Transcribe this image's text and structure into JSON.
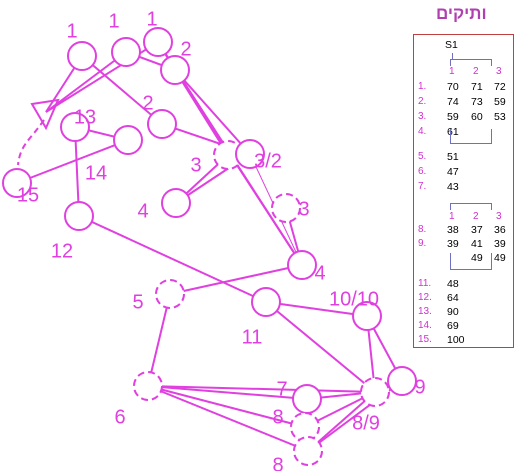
{
  "title": "ותיקים",
  "accent": "#e040e0",
  "panel": {
    "header": "S1",
    "col_labels_top": [
      "1",
      "2",
      "3"
    ],
    "rows_top": [
      {
        "idx": "1.",
        "vals": [
          "70",
          "71",
          "72"
        ]
      },
      {
        "idx": "2.",
        "vals": [
          "74",
          "73",
          "59"
        ]
      },
      {
        "idx": "3.",
        "vals": [
          "59",
          "60",
          "53"
        ]
      },
      {
        "idx": "4.",
        "vals": [
          "61"
        ]
      }
    ],
    "rows_mid": [
      {
        "idx": "5.",
        "val": "51"
      },
      {
        "idx": "6.",
        "val": "47"
      },
      {
        "idx": "7.",
        "val": "43"
      }
    ],
    "col_labels_bottom": [
      "1",
      "2",
      "3"
    ],
    "rows_bottom": [
      {
        "idx": "8.",
        "vals": [
          "38",
          "37",
          "36"
        ]
      },
      {
        "idx": "9.",
        "vals": [
          "39",
          "41",
          "39"
        ]
      },
      {
        "idx": "",
        "vals": [
          "",
          "49",
          "49"
        ]
      }
    ],
    "rows_end": [
      {
        "idx": "11.",
        "val": "48"
      },
      {
        "idx": "12.",
        "val": "64"
      },
      {
        "idx": "13.",
        "val": "90"
      },
      {
        "idx": "14.",
        "val": "69"
      },
      {
        "idx": "15.",
        "val": "100"
      }
    ]
  },
  "diagram": {
    "nodes": [
      {
        "id": "n1a",
        "label": "1",
        "dashed": false
      },
      {
        "id": "n1b",
        "label": "1",
        "dashed": false
      },
      {
        "id": "n1c",
        "label": "1",
        "dashed": false
      },
      {
        "id": "n2a",
        "label": "2",
        "dashed": false
      },
      {
        "id": "n2b",
        "label": "2",
        "dashed": false
      },
      {
        "id": "n3a",
        "label": "3",
        "dashed": true
      },
      {
        "id": "n32",
        "label": "3/2",
        "dashed": false
      },
      {
        "id": "n3b",
        "label": "3",
        "dashed": true
      },
      {
        "id": "n4a",
        "label": "4",
        "dashed": false
      },
      {
        "id": "n4b",
        "label": "4",
        "dashed": false
      },
      {
        "id": "n5",
        "label": "5",
        "dashed": true
      },
      {
        "id": "n6",
        "label": "6",
        "dashed": true
      },
      {
        "id": "n7",
        "label": "7",
        "dashed": false
      },
      {
        "id": "n8a",
        "label": "8",
        "dashed": true
      },
      {
        "id": "n8b",
        "label": "8",
        "dashed": true
      },
      {
        "id": "n89",
        "label": "8/9",
        "dashed": true
      },
      {
        "id": "n9",
        "label": "9",
        "dashed": false
      },
      {
        "id": "n1010",
        "label": "10/10",
        "dashed": false
      },
      {
        "id": "n11",
        "label": "11",
        "dashed": false
      },
      {
        "id": "n12",
        "label": "12",
        "dashed": false
      },
      {
        "id": "n13",
        "label": "13",
        "dashed": false
      },
      {
        "id": "n14",
        "label": "14",
        "dashed": false
      },
      {
        "id": "n15",
        "label": "15",
        "dashed": false
      }
    ],
    "edges": [
      [
        "n1a",
        "tri"
      ],
      [
        "n1b",
        "tri"
      ],
      [
        "n1c",
        "tri"
      ],
      [
        "n1c",
        "n2a"
      ],
      [
        "n1b",
        "n2a"
      ],
      [
        "n1a",
        "n2b"
      ],
      [
        "n2a",
        "n3a"
      ],
      [
        "n2a",
        "n32"
      ],
      [
        "n2b",
        "n32"
      ],
      [
        "n1c",
        "n4b"
      ],
      [
        "n2a",
        "n4b"
      ],
      [
        "n32",
        "n4b"
      ],
      [
        "n3b",
        "n4b"
      ],
      [
        "n4a",
        "n32"
      ],
      [
        "n4a",
        "n3a"
      ],
      [
        "n13",
        "n14"
      ],
      [
        "n14",
        "n15"
      ],
      [
        "n13",
        "n12"
      ],
      [
        "n12",
        "n11"
      ],
      [
        "n4b",
        "n5"
      ],
      [
        "n5",
        "n6"
      ],
      [
        "n11",
        "n1010"
      ],
      [
        "n11",
        "n89"
      ],
      [
        "n1010",
        "n9"
      ],
      [
        "n1010",
        "n89"
      ],
      [
        "n6",
        "n7"
      ],
      [
        "n6",
        "n8a"
      ],
      [
        "n6",
        "n8b"
      ],
      [
        "n6",
        "n89"
      ],
      [
        "n7",
        "n89"
      ],
      [
        "n8a",
        "n89"
      ],
      [
        "n8b",
        "n89"
      ],
      [
        "n8b",
        "n9"
      ],
      [
        "n9",
        "n89"
      ]
    ]
  }
}
